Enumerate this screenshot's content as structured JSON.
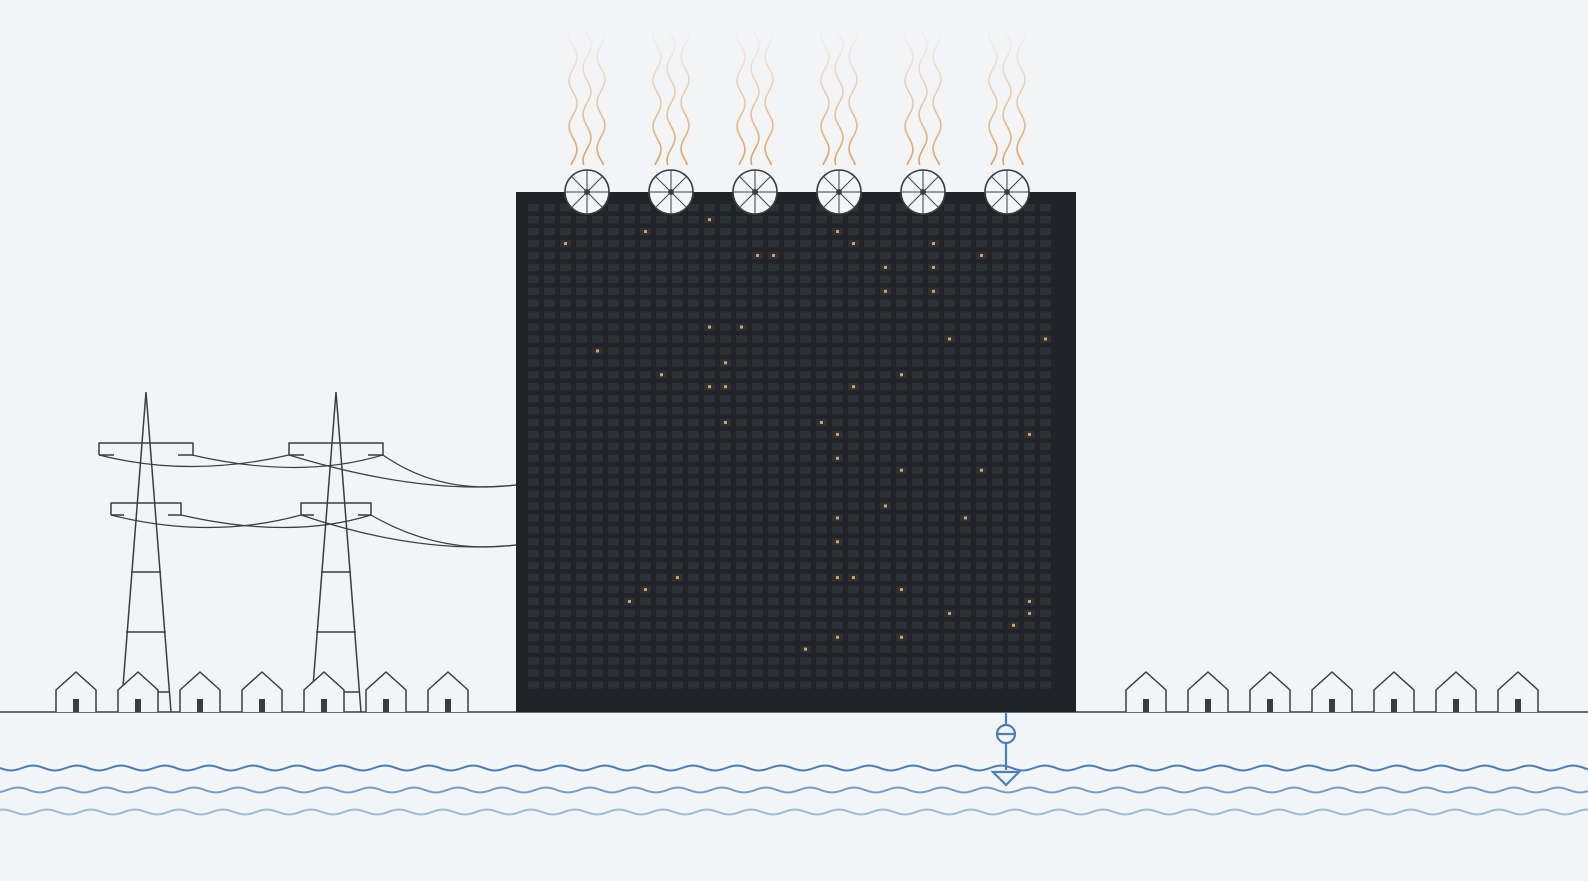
{
  "colors": {
    "background": "#f2f4f6",
    "line": "#3a3d42",
    "building": "#202328",
    "window": "#2c3037",
    "window_lit": "#e6a24a",
    "heat": "#e0a060",
    "water": "#4a80b8"
  },
  "icons": {
    "building": "datacenter-building-icon",
    "fan": "cooling-fan-icon",
    "heat": "heat-plume-icon",
    "pylon": "power-pylon-icon",
    "house": "house-icon",
    "valve": "water-intake-valve-icon",
    "water": "water-wave-icon"
  },
  "fans": {
    "count": 6
  },
  "window_grid": {
    "columns": 33,
    "rows": 41
  },
  "lit_windows": [
    [
      12,
      2
    ],
    [
      8,
      3
    ],
    [
      20,
      3
    ],
    [
      3,
      4
    ],
    [
      21,
      4
    ],
    [
      26,
      4
    ],
    [
      15,
      5
    ],
    [
      16,
      5
    ],
    [
      29,
      5
    ],
    [
      23,
      6
    ],
    [
      26,
      6
    ],
    [
      23,
      8
    ],
    [
      26,
      8
    ],
    [
      12,
      11
    ],
    [
      14,
      11
    ],
    [
      27,
      12
    ],
    [
      33,
      12
    ],
    [
      5,
      13
    ],
    [
      13,
      14
    ],
    [
      9,
      15
    ],
    [
      24,
      15
    ],
    [
      12,
      16
    ],
    [
      13,
      16
    ],
    [
      21,
      16
    ],
    [
      13,
      19
    ],
    [
      19,
      19
    ],
    [
      20,
      20
    ],
    [
      32,
      20
    ],
    [
      20,
      22
    ],
    [
      24,
      23
    ],
    [
      29,
      23
    ],
    [
      23,
      26
    ],
    [
      20,
      27
    ],
    [
      28,
      27
    ],
    [
      20,
      29
    ],
    [
      10,
      32
    ],
    [
      20,
      32
    ],
    [
      21,
      32
    ],
    [
      8,
      33
    ],
    [
      24,
      33
    ],
    [
      7,
      34
    ],
    [
      32,
      34
    ],
    [
      27,
      35
    ],
    [
      32,
      35
    ],
    [
      31,
      36
    ],
    [
      20,
      37
    ],
    [
      24,
      37
    ],
    [
      18,
      38
    ]
  ],
  "houses": {
    "left_count": 7,
    "right_count": 7
  },
  "pylons": {
    "count": 2
  },
  "water": {
    "wave_count": 3
  }
}
